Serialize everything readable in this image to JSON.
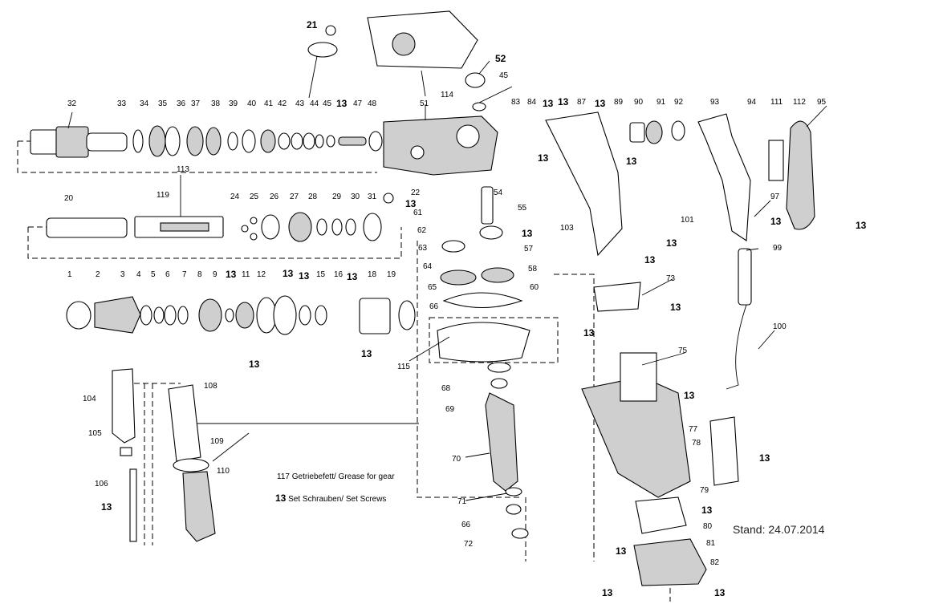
{
  "labels": {
    "p1": "1",
    "p2": "2",
    "p3": "3",
    "p4": "4",
    "p5": "5",
    "p6": "6",
    "p7": "7",
    "p8": "8",
    "p9": "9",
    "p11": "11",
    "p12": "12",
    "p15": "15",
    "p16": "16",
    "p18": "18",
    "p19": "19",
    "p20": "20",
    "p21": "21",
    "p22": "22",
    "p24": "24",
    "p25": "25",
    "p26": "26",
    "p27": "27",
    "p28": "28",
    "p29": "29",
    "p30": "30",
    "p31": "31",
    "p32": "32",
    "p33": "33",
    "p34": "34",
    "p35": "35",
    "p36": "36",
    "p37": "37",
    "p38": "38",
    "p39": "39",
    "p40": "40",
    "p41": "41",
    "p42": "42",
    "p43": "43",
    "p44": "44",
    "p45": "45",
    "p45b": "45",
    "p47": "47",
    "p48": "48",
    "p51": "51",
    "p52": "52",
    "p54": "54",
    "p55": "55",
    "p57": "57",
    "p58": "58",
    "p60": "60",
    "p61": "61",
    "p62": "62",
    "p63": "63",
    "p64": "64",
    "p65": "65",
    "p66": "66",
    "p66b": "66",
    "p68": "68",
    "p69": "69",
    "p70": "70",
    "p71": "71",
    "p72": "72",
    "p73": "73",
    "p75": "75",
    "p77": "77",
    "p78": "78",
    "p79": "79",
    "p80": "80",
    "p81": "81",
    "p82": "82",
    "p83": "83",
    "p84": "84",
    "p87": "87",
    "p89": "89",
    "p90": "90",
    "p91": "91",
    "p92": "92",
    "p93": "93",
    "p94": "94",
    "p95": "95",
    "p97": "97",
    "p99": "99",
    "p100": "100",
    "p101": "101",
    "p103": "103",
    "p104": "104",
    "p105": "105",
    "p106": "106",
    "p108": "108",
    "p109": "109",
    "p110": "110",
    "p111": "111",
    "p112": "112",
    "p113": "113",
    "p114": "114",
    "p115": "115",
    "p119": "119",
    "s13": "13"
  },
  "notes": {
    "grease_number": "117",
    "grease_text": "Getriebefett/ Grease for gear",
    "screws_number": "13",
    "screws_text": "Set Schrauben/ Set Screws"
  },
  "stand": "Stand: 24.07.2014"
}
